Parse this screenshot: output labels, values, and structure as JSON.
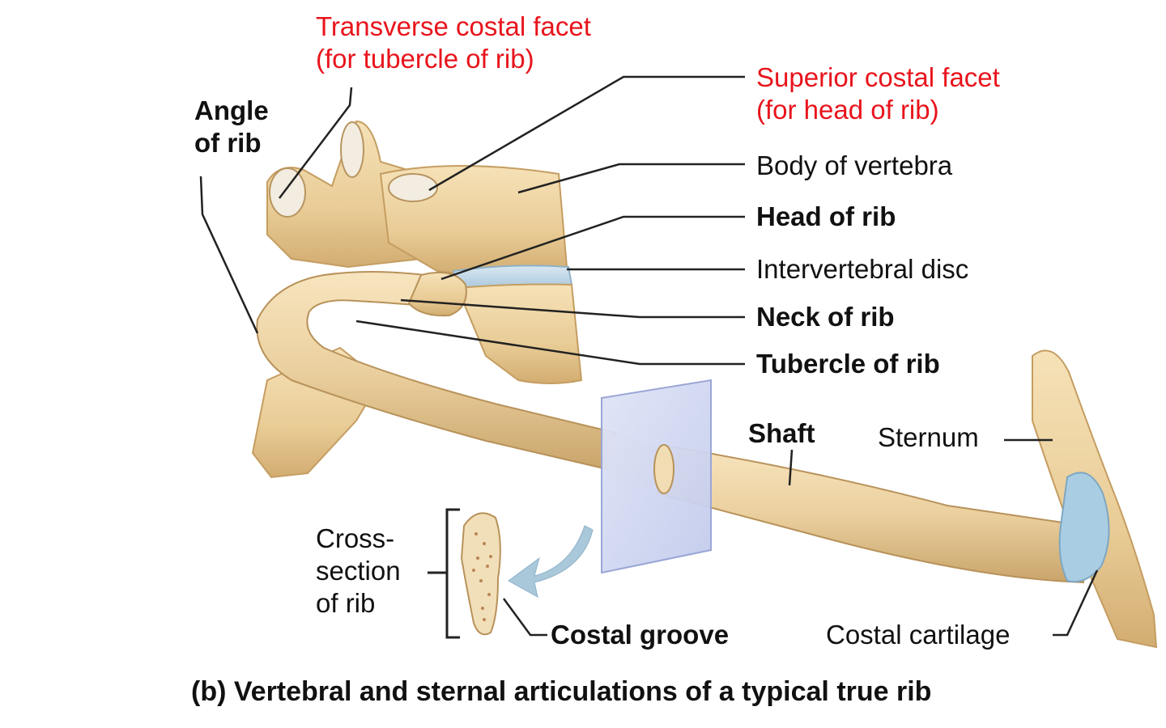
{
  "labels": {
    "transverse_costal_facet": [
      "Transverse costal facet",
      "(for tubercle of rib)"
    ],
    "superior_costal_facet": [
      "Superior costal facet",
      "(for head of rib)"
    ],
    "angle_of_rib": [
      "Angle",
      "of rib"
    ],
    "body_of_vertebra": "Body of vertebra",
    "head_of_rib": "Head of rib",
    "intervertebral_disc": "Intervertebral disc",
    "neck_of_rib": "Neck of rib",
    "tubercle_of_rib": "Tubercle of rib",
    "shaft": "Shaft",
    "sternum": "Sternum",
    "cross_section": [
      "Cross-",
      "section",
      "of rib"
    ],
    "costal_groove": "Costal groove",
    "costal_cartilage": "Costal cartilage"
  },
  "caption": "(b) Vertebral and sternal articulations of a typical true rib",
  "colors": {
    "bone": "#ecd3a2",
    "bone_shadow": "#c9a66c",
    "cartilage": "#a9cde3",
    "red_label": "#e8141c"
  }
}
